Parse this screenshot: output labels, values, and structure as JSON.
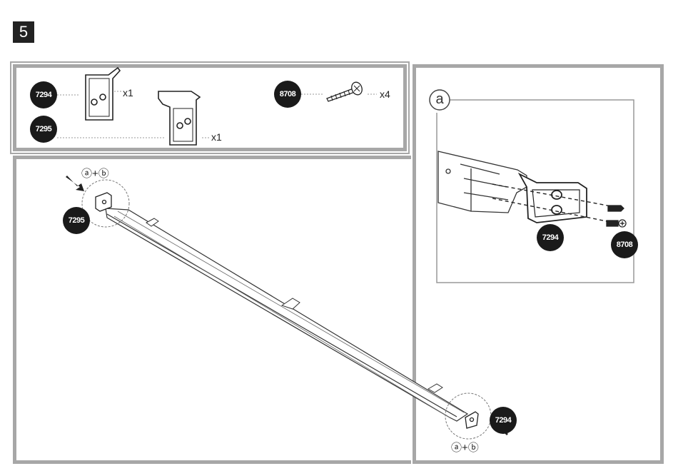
{
  "step": {
    "number": "5"
  },
  "parts": {
    "part_a": {
      "code": "7294",
      "qty": "x1"
    },
    "part_b": {
      "code": "7295",
      "qty": "x1"
    },
    "screw": {
      "code": "8708",
      "qty": "x4"
    }
  },
  "assembly": {
    "top_callout": "ⓐ+ⓑ",
    "bottom_callout": "ⓐ+ⓑ",
    "top_part_code": "7295",
    "bottom_part_code": "7294"
  },
  "detail": {
    "marker": "a",
    "bracket_code": "7294",
    "screw_code": "8708"
  },
  "colors": {
    "badge": "#1a1a1a",
    "frame": "#a7a7a7",
    "line": "#333333"
  }
}
